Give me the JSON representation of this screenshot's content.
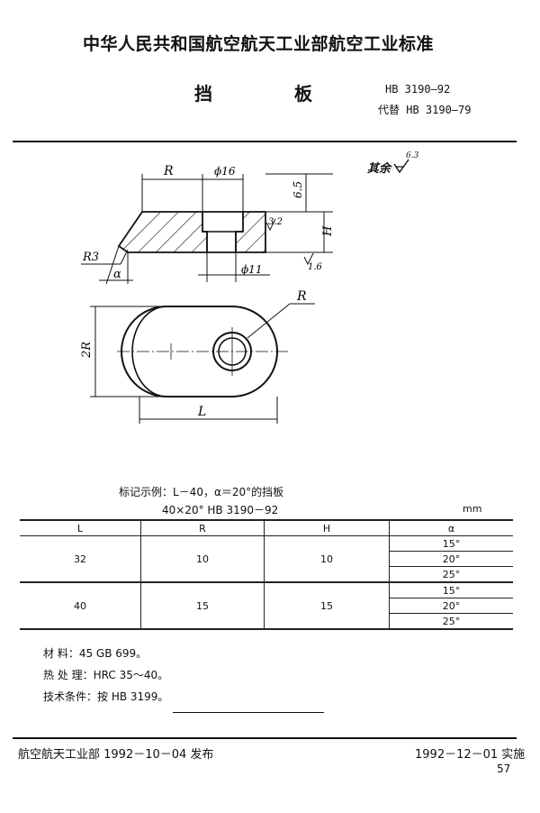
{
  "header": {
    "standard_body": "中华人民共和国航空航天工业部航空工业标准",
    "title": "挡 板",
    "code": "HB 3190—92",
    "replaces": "代替 HB 3190—79"
  },
  "drawing": {
    "surface_note": "其余",
    "surface_value": "6.3",
    "labels": {
      "r_top": "R",
      "phi16": "ϕ16",
      "dim65": "6.5",
      "rough32": "3.2",
      "h": "H",
      "r3": "R3",
      "alpha": "α",
      "phi11": "ϕ11",
      "rough16": "1.6",
      "r_plan": "R",
      "two_r": "2R",
      "l": "L"
    }
  },
  "marking": {
    "text": "标记示例：L－40，α＝20°的挡板",
    "code": "40×20°     HB 3190－92"
  },
  "table": {
    "unit": "mm",
    "headers": [
      "L",
      "R",
      "H",
      "α"
    ],
    "rows": [
      {
        "L": "32",
        "R": "10",
        "H": "10",
        "alpha": [
          "15°",
          "20°",
          "25°"
        ]
      },
      {
        "L": "40",
        "R": "15",
        "H": "15",
        "alpha": [
          "15°",
          "20°",
          "25°"
        ]
      }
    ]
  },
  "notes": [
    "材    料：45    GB 699。",
    "热 处 理：HRC 35～40。",
    "技术条件：按 HB 3199。"
  ],
  "footer": {
    "issued": "航空航天工业部 1992－10－04 发布",
    "effective": "1992－12－01 实施",
    "page": "57"
  }
}
